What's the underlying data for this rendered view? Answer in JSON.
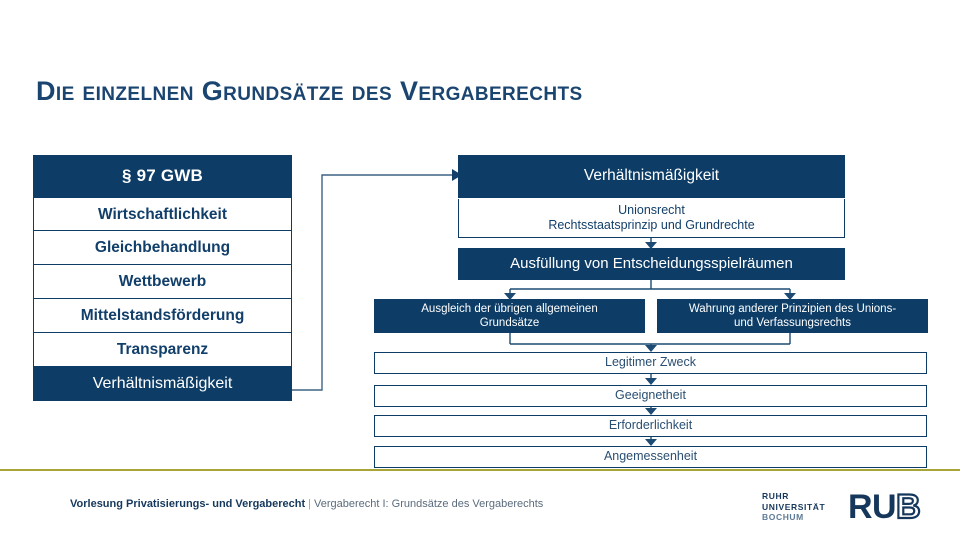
{
  "slide": {
    "title": "Die einzelnen Grundsätze des Vergaberechts"
  },
  "colors": {
    "navy": "#0d3d66",
    "title_blue": "#1b4571",
    "rule_olive": "#a6a536",
    "footer_gray": "#5b6b7c"
  },
  "gwb_table": {
    "header": "§ 97 GWB",
    "rows": [
      "Wirtschaftlichkeit",
      "Gleichbehandlung",
      "Wettbewerb",
      "Mittelstandsförderung",
      "Transparenz"
    ],
    "highlighted_row": "Verhältnismäßigkeit"
  },
  "flow": {
    "verhaeltnismaessigkeit": "Verhältnismäßigkeit",
    "unionsrecht_line1": "Unionsrecht",
    "unionsrecht_line2": "Rechtsstaatsprinzip und Grundrechte",
    "ausfuellung": "Ausfüllung von Entscheidungsspielräumen",
    "ausgleich_line1": "Ausgleich der übrigen allgemeinen",
    "ausgleich_line2": "Grundsätze",
    "wahrung_line1": "Wahrung anderer Prinzipien des Unions-",
    "wahrung_line2": "und Verfassungsrechts",
    "steps": [
      "Legitimer Zweck",
      "Geeignetheit",
      "Erforderlichkeit",
      "Angemessenheit"
    ]
  },
  "footer": {
    "bold": "Vorlesung Privatisierungs- und Vergaberecht",
    "separator": "|",
    "regular": "Vergaberecht I: Grundsätze des Vergaberechts"
  },
  "logo": {
    "line1": "RUHR",
    "line2": "UNIVERSITÄT",
    "line3": "BOCHUM",
    "mark_solid": "RU",
    "mark_hollow": "B"
  }
}
